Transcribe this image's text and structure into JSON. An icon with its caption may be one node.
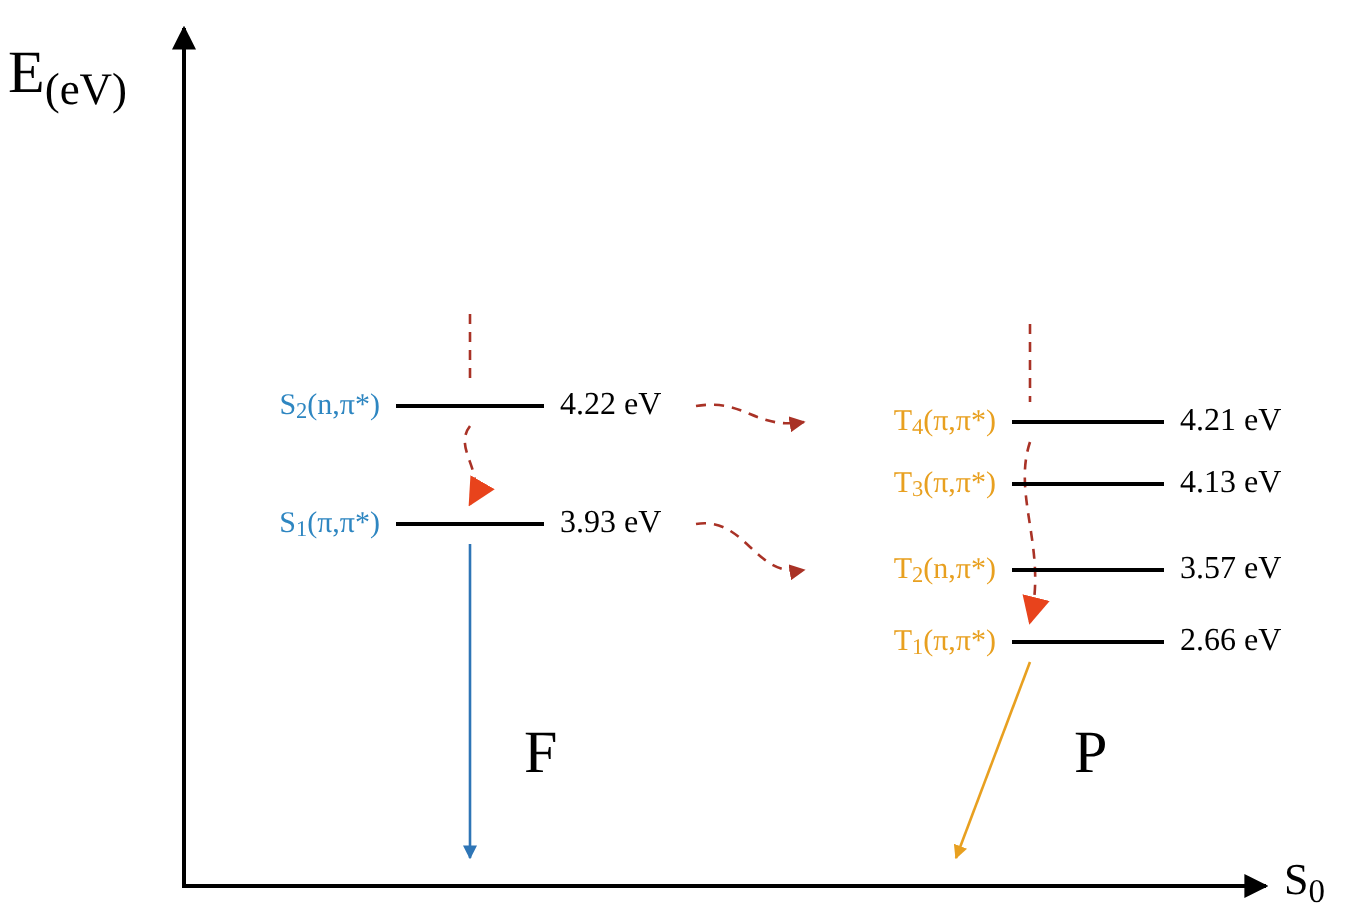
{
  "diagram": {
    "nodes": [
      {
        "text": [
          "S$_{2}$(n,π*)"
        ],
        "beside": [
          "4.22 eV"
        ]
      },
      {
        "text": [
          "S$_{1}$(π,π*)"
        ],
        "beside": [
          "3.93 eV"
        ]
      },
      {
        "text": [
          "T$_{4}$(π,π*)"
        ],
        "beside": [
          "4.21 eV"
        ]
      },
      {
        "text": [
          "T$_{3}$(π,π*)"
        ],
        "beside": [
          "4.13 eV"
        ]
      },
      {
        "text": [
          "T$_{2}$(n,π*)"
        ],
        "beside": [
          "3.57 eV"
        ]
      },
      {
        "text": [
          "T$_{1}$(π,π*)"
        ],
        "beside": [
          "2.66 eV"
        ]
      },
      {
        "text": [
          "S$_{0}$"
        ]
      }
    ],
    "edges": [
      {
        "from": null,
        "to": 0,
        "arrow": "none",
        "style": "dashed",
        "color": "#a93226"
      },
      {
        "from": 0,
        "to": 1,
        "arrow": "to",
        "style": "dashed",
        "color": "#a93226"
      },
      {
        "from": 0,
        "to": 2,
        "arrow": "to",
        "style": "dashed",
        "color": "#a93226"
      },
      {
        "from": 1,
        "to": 4,
        "arrow": "to",
        "style": "dashed",
        "color": "#a93226"
      },
      {
        "from": null,
        "to": 2,
        "arrow": "none",
        "style": "dashed",
        "color": "#a93226"
      },
      {
        "from": 2,
        "to": 5,
        "arrow": "to",
        "style": "dashed",
        "color": "#a93226"
      },
      {
        "from": 1,
        "to": 6,
        "arrow": "to",
        "color": "#2e75b6"
      },
      {
        "from": 5,
        "to": 6,
        "arrow": "to",
        "color": "#e8a020"
      }
    ],
    "labels": [
      "E$_{(eV)}$",
      "F",
      "P"
    ]
  }
}
